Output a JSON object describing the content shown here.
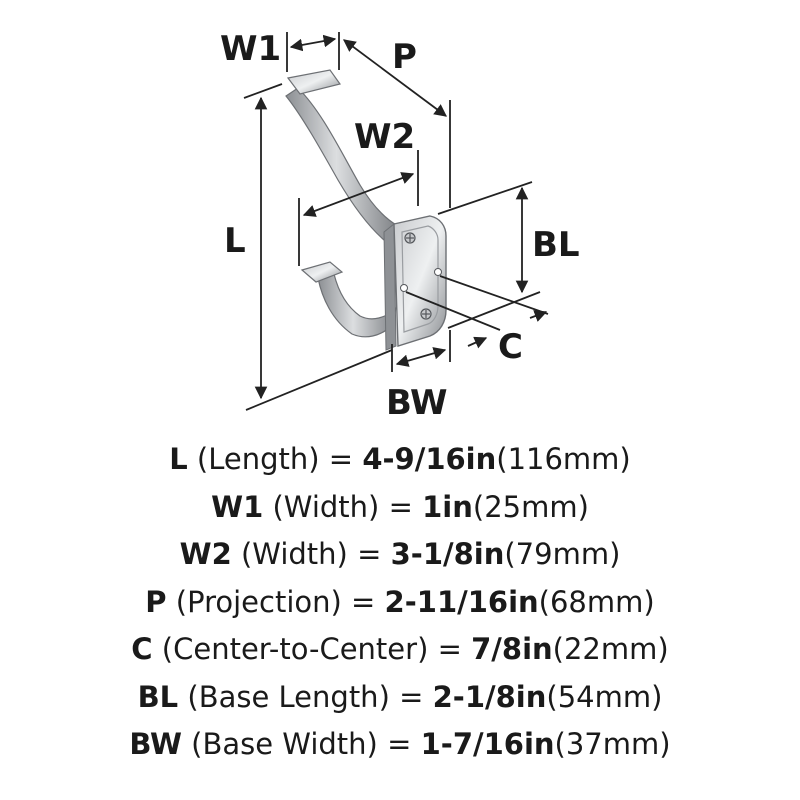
{
  "diagram": {
    "labels": {
      "w1": "W1",
      "p": "P",
      "w2": "W2",
      "l": "L",
      "bl": "BL",
      "c": "C",
      "bw": "BW"
    }
  },
  "specs": [
    {
      "abbr": "L",
      "desc": " (Length) = ",
      "value": "4-9/16in",
      "metric": "(116mm)"
    },
    {
      "abbr": "W1",
      "desc": " (Width) = ",
      "value": "1in",
      "metric": "(25mm)"
    },
    {
      "abbr": "W2",
      "desc": " (Width) = ",
      "value": "3-1/8in",
      "metric": "(79mm)"
    },
    {
      "abbr": "P",
      "desc": " (Projection) = ",
      "value": "2-11/16in",
      "metric": "(68mm)"
    },
    {
      "abbr": "C",
      "desc": " (Center-to-Center) = ",
      "value": "7/8in",
      "metric": "(22mm)"
    },
    {
      "abbr": "BL",
      "desc": " (Base Length) = ",
      "value": "2-1/8in",
      "metric": "(54mm)"
    },
    {
      "abbr": "BW",
      "desc": " (Base Width) = ",
      "value": "1-7/16in",
      "metric": "(37mm)"
    }
  ]
}
